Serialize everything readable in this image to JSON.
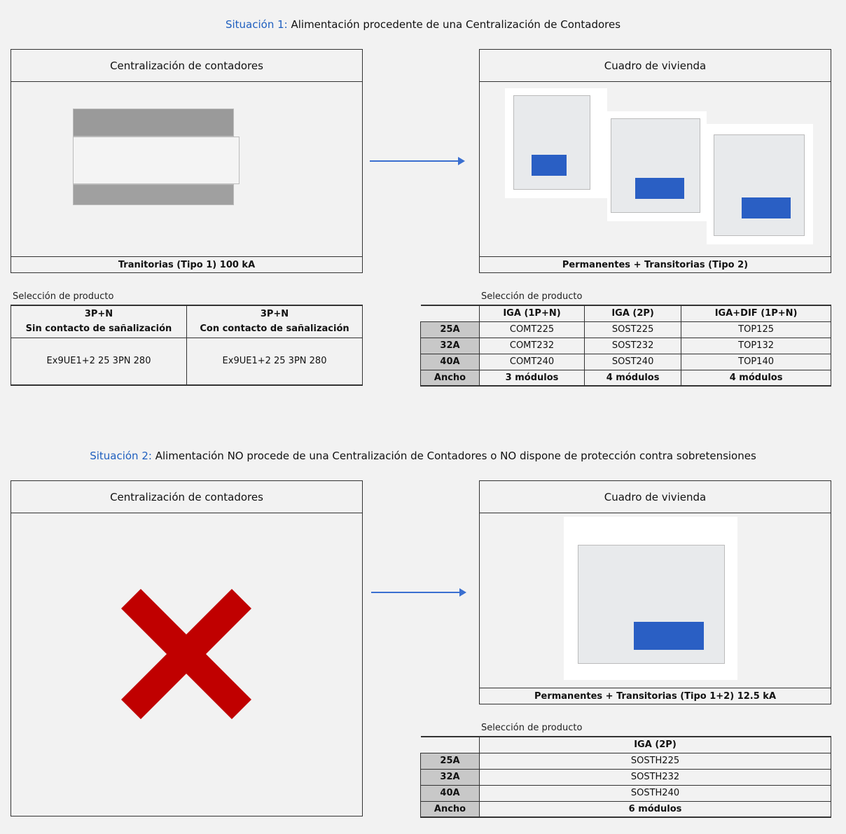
{
  "s1": {
    "label": "Situación 1:",
    "text": "Alimentación procedente de una Centralización de Contadores",
    "left_box": {
      "title": "Centralización de contadores",
      "footer": "Tranitorias (Tipo 1) 100 kA"
    },
    "right_box": {
      "title": "Cuadro de vivienda",
      "footer": "Permanentes + Transitorias (Tipo 2)"
    },
    "left_table": {
      "label": "Selección de producto",
      "headers": [
        [
          "3P+N",
          "Sin contacto de sañalización"
        ],
        [
          "3P+N",
          "Con contacto de sañalización"
        ]
      ],
      "values": [
        "Ex9UE1+2 25 3PN 280",
        "Ex9UE1+2 25 3PN 280"
      ]
    },
    "right_table": {
      "label": "Selección de producto",
      "columns": [
        "IGA (1P+N)",
        "IGA (2P)",
        "IGA+DIF (1P+N)"
      ],
      "rows": [
        {
          "h": "25A",
          "c": [
            "COMT225",
            "SOST225",
            "TOP125"
          ]
        },
        {
          "h": "32A",
          "c": [
            "COMT232",
            "SOST232",
            "TOP132"
          ]
        },
        {
          "h": "40A",
          "c": [
            "COMT240",
            "SOST240",
            "TOP140"
          ]
        },
        {
          "h": "Ancho",
          "c": [
            "3 módulos",
            "4 módulos",
            "4 módulos"
          ]
        }
      ]
    }
  },
  "s2": {
    "label": "Situación 2:",
    "text": "Alimentación NO procede de una Centralización de Contadores o NO dispone de protección contra sobretensiones",
    "left_box": {
      "title": "Centralización de contadores"
    },
    "right_box": {
      "title": "Cuadro de vivienda",
      "footer": "Permanentes + Transitorias (Tipo 1+2) 12.5 kA"
    },
    "table": {
      "label": "Selección de producto",
      "columns": [
        "IGA (2P)"
      ],
      "rows": [
        {
          "h": "25A",
          "c": [
            "SOSTH225"
          ]
        },
        {
          "h": "32A",
          "c": [
            "SOSTH232"
          ]
        },
        {
          "h": "40A",
          "c": [
            "SOSTH240"
          ]
        },
        {
          "h": "Ancho",
          "c": [
            "6 módulos"
          ]
        }
      ]
    }
  },
  "colors": {
    "accent": "#1f5fbf",
    "cross": "#c00000"
  }
}
